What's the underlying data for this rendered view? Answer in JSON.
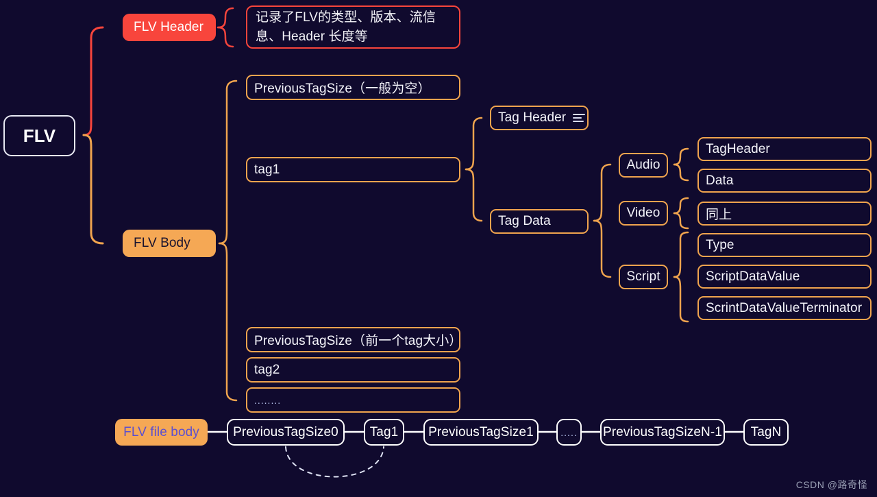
{
  "theme": {
    "background": "#100a2e",
    "red": "#f8453c",
    "orange": "#f0a44e",
    "orange_fill": "#f5a855",
    "white": "#ffffff",
    "text_light": "#f4f4fa",
    "purple_text": "#5b4fd0"
  },
  "root": {
    "label": "FLV"
  },
  "level1": {
    "header": {
      "label": "FLV Header"
    },
    "header_desc": {
      "label": "记录了FLV的类型、版本、流信息、Header 长度等"
    },
    "body": {
      "label": "FLV Body"
    }
  },
  "body_children": [
    {
      "label": "PreviousTagSize（一般为空）"
    },
    {
      "label": "tag1"
    },
    {
      "label": "PreviousTagSize（前一个tag大小）"
    },
    {
      "label": "tag2"
    },
    {
      "label": "........"
    }
  ],
  "tag1_children": [
    {
      "label": "Tag Header",
      "icon": "lines-icon"
    },
    {
      "label": "Tag Data"
    }
  ],
  "tagdata_children": [
    {
      "label": "Audio"
    },
    {
      "label": "Video"
    },
    {
      "label": "Script"
    }
  ],
  "audio_children": [
    {
      "label": "TagHeader"
    },
    {
      "label": "Data"
    }
  ],
  "video_children": [
    {
      "label": "同上"
    }
  ],
  "script_children": [
    {
      "label": "Type"
    },
    {
      "label": "ScriptDataValue"
    },
    {
      "label": "ScrintDataValueTerminator"
    }
  ],
  "bottom_strip": {
    "badge": {
      "label": "FLV file body"
    },
    "items": [
      {
        "label": "PreviousTagSize0"
      },
      {
        "label": "Tag1"
      },
      {
        "label": "PreviousTagSize1"
      },
      {
        "label": "....."
      },
      {
        "label": "PreviousTagSizeN-1"
      },
      {
        "label": "TagN"
      }
    ]
  },
  "watermark": {
    "label": "CSDN @路奇怪"
  }
}
